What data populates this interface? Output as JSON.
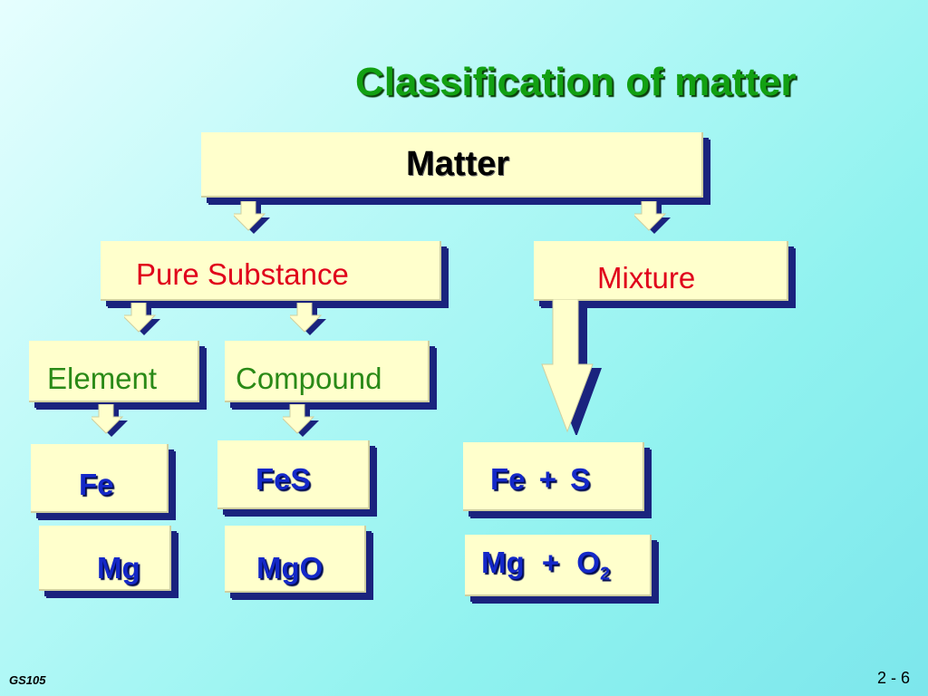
{
  "title": "Classification of matter",
  "nodes": {
    "matter": "Matter",
    "pure_substance": "Pure Substance",
    "mixture": "Mixture",
    "element": "Element",
    "compound": "Compound"
  },
  "examples": {
    "element_1": "Fe",
    "element_2": "Mg",
    "compound_1": "FeS",
    "compound_2": "MgO",
    "mixture_1": {
      "a": "Fe",
      "op": "+",
      "b": "S"
    },
    "mixture_2": {
      "a": "Mg",
      "op": "+",
      "b": "O",
      "b_sub": "2"
    }
  },
  "footer": {
    "left": "GS105",
    "right": "2 - 6"
  },
  "colors": {
    "box_fill": "#ffffcc",
    "box_shadow": "#1a237e",
    "title": "#12a012",
    "category_red": "#e0001b",
    "category_green": "#2a8a17",
    "example_blue": "#1428c8"
  }
}
